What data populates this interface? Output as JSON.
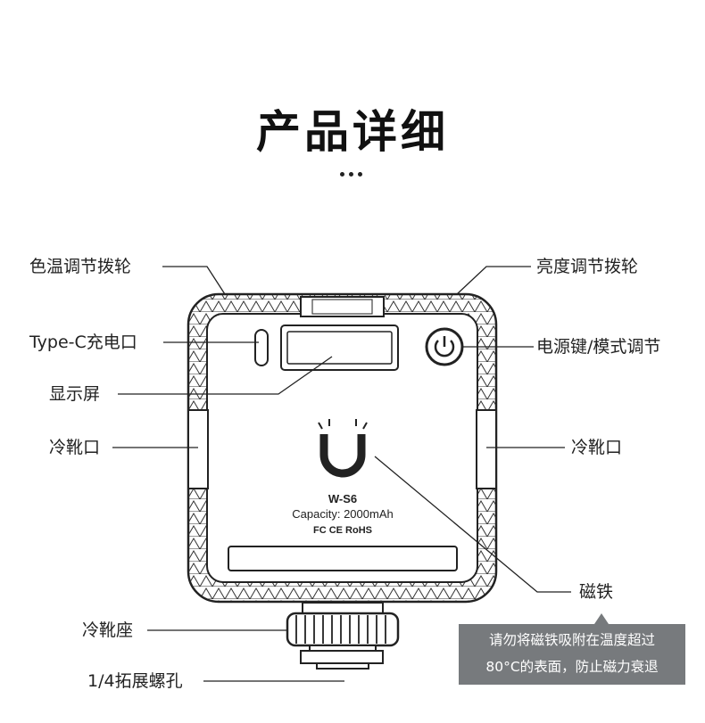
{
  "title": "产品详细",
  "labels": {
    "color_temp_dial": "色温调节拨轮",
    "brightness_dial": "亮度调节拨轮",
    "typec_port": "Type-C充电口",
    "power_mode_key": "电源键/模式调节",
    "display": "显示屏",
    "cold_shoe_left": "冷靴口",
    "cold_shoe_right": "冷靴口",
    "magnet": "磁铁",
    "cold_shoe_mount": "冷靴座",
    "screw_hole": "1/4拓展螺孔"
  },
  "product": {
    "model": "W-S6",
    "capacity": "Capacity: 2000mAh",
    "certs": "FC CE RoHS"
  },
  "warning": {
    "line1": "请勿将磁铁吸附在温度超过",
    "line2": "80°C的表面，防止磁力衰退"
  },
  "colors": {
    "line": "#222222",
    "warning_bg": "#777a7d"
  }
}
